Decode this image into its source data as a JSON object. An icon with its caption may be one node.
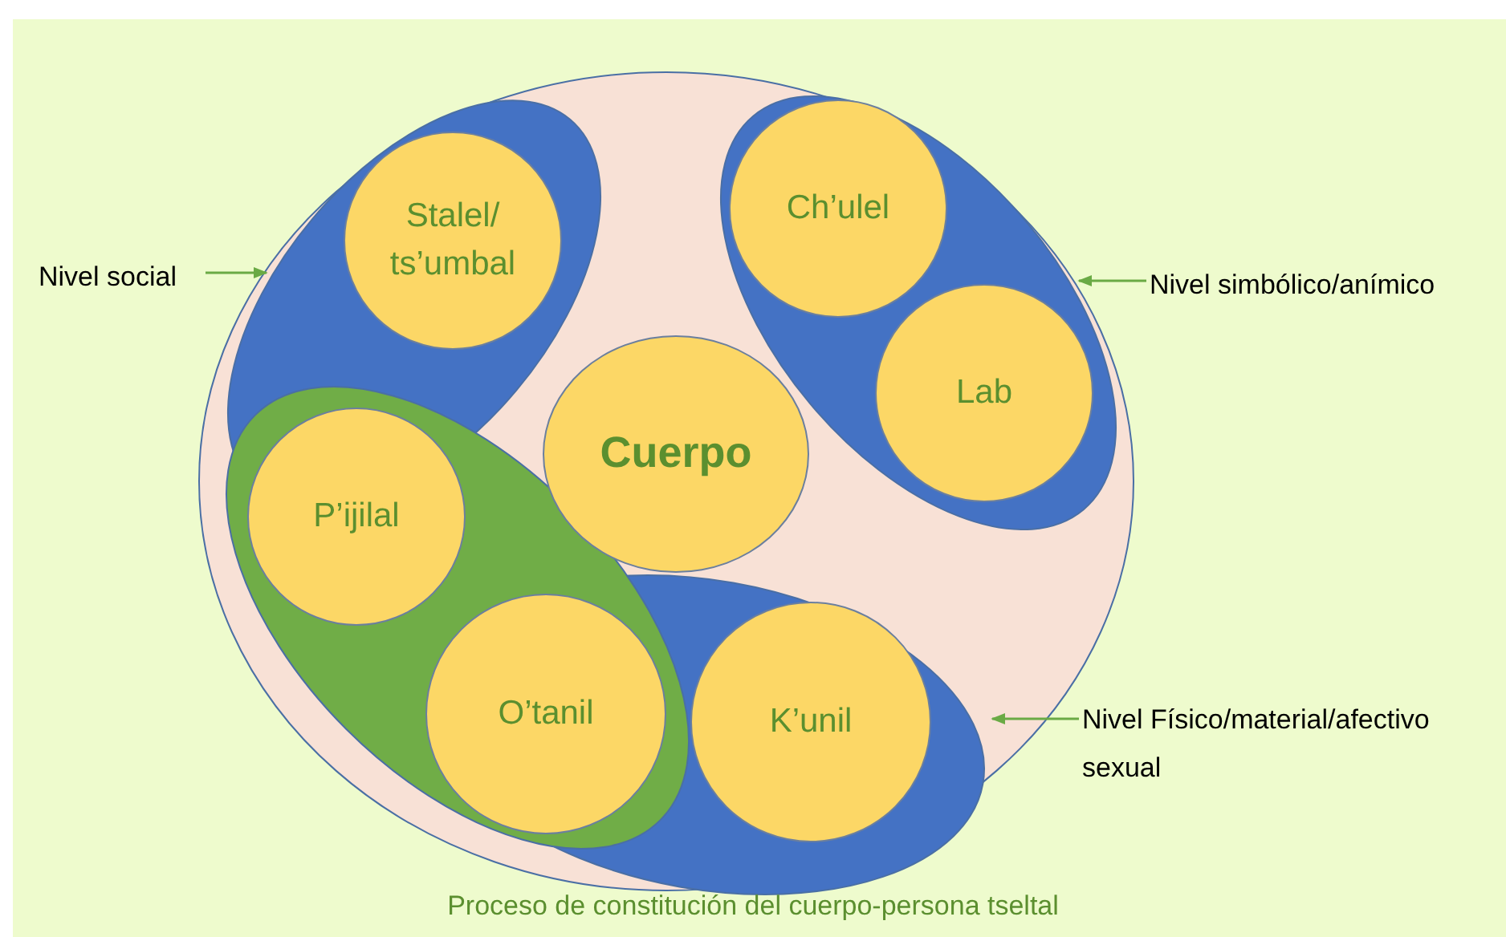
{
  "diagram": {
    "caption": "Proceso de constitución del cuerpo-persona tseltal",
    "nodes": [
      {
        "text": [],
        "shape": "ellipse"
      },
      {
        "text": [],
        "shape": "ellipse",
        "in": 0
      },
      {
        "text": [],
        "shape": "ellipse",
        "in": 0
      },
      {
        "text": [],
        "shape": "ellipse",
        "in": 0
      },
      {
        "text": [],
        "shape": "ellipse",
        "in": 0
      },
      {
        "text": [
          "Stalel/ ts’umbal"
        ],
        "in": 1
      },
      {
        "text": [
          "Ch’ulel"
        ],
        "in": 2
      },
      {
        "text": [
          "Lab"
        ],
        "in": 2
      },
      {
        "text": [
          "Cuerpo"
        ],
        "in": 0
      },
      {
        "text": [
          "P’ijilal"
        ],
        "in": 4
      },
      {
        "text": [
          "O’tanil"
        ]
      },
      {
        "text": [
          "K’unil"
        ],
        "in": 3
      },
      {
        "text": [
          "Nivel social"
        ]
      },
      {
        "text": [
          "Nivel simbólico/anímico"
        ]
      },
      {
        "text": [
          "Nivel Físico/material/afectivo sexual"
        ]
      }
    ],
    "edges": [
      {
        "from": 12,
        "to": 1,
        "arrow": "to"
      },
      {
        "from": 13,
        "to": 2,
        "arrow": "to"
      },
      {
        "from": 14,
        "to": 3,
        "arrow": "to"
      }
    ]
  }
}
